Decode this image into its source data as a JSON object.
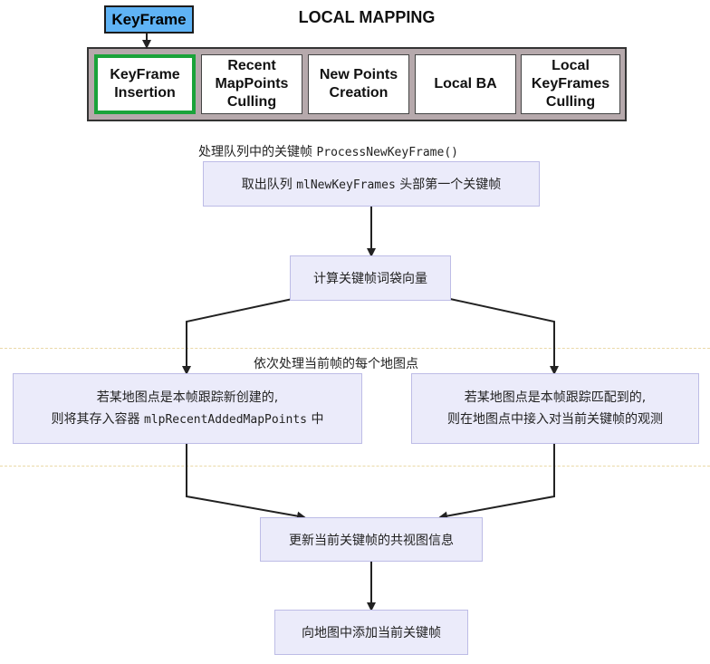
{
  "header": {
    "keyframe_tag": "KeyFrame",
    "title": "LOCAL MAPPING"
  },
  "stages": [
    {
      "label": "KeyFrame\nInsertion",
      "active": true
    },
    {
      "label": "Recent\nMapPoints\nCulling",
      "active": false
    },
    {
      "label": "New Points\nCreation",
      "active": false
    },
    {
      "label": "Local BA",
      "active": false
    },
    {
      "label": "Local\nKeyFrames\nCulling",
      "active": false
    }
  ],
  "flow": {
    "process_label": {
      "text": "处理队列中的关键帧 ",
      "code": "ProcessNewKeyFrame()"
    },
    "step_pop": {
      "pre": "取出队列 ",
      "code": "mlNewKeyFrames",
      "post": " 头部第一个关键帧"
    },
    "step_bow": "计算关键帧词袋向量",
    "loop_label": "依次处理当前帧的每个地图点",
    "branch_new": {
      "line1": "若某地图点是本帧跟踪新创建的,",
      "line2_pre": "则将其存入容器 ",
      "line2_code": "mlpRecentAddedMapPoints",
      "line2_post": " 中"
    },
    "branch_matched": {
      "line1": "若某地图点是本帧跟踪匹配到的,",
      "line2": "则在地图点中接入对当前关键帧的观测"
    },
    "step_covis": "更新当前关键帧的共视图信息",
    "step_insert": "向地图中添加当前关键帧"
  },
  "colors": {
    "node_fill": "#ebebfa",
    "node_border": "#bdbce6",
    "active_stage_border": "#1aa33a",
    "keyframe_tag_fill": "#5fb3f5",
    "stage_panel_fill": "#b6a9ac"
  }
}
